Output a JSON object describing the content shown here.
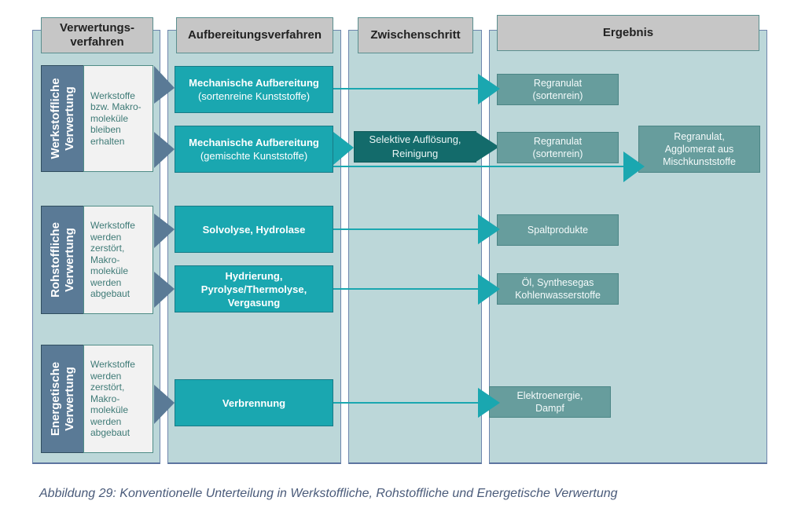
{
  "columns": {
    "verwertung": {
      "label_line1": "Verwertungs-",
      "label_line2": "verfahren"
    },
    "aufbereitung": {
      "label": "Aufbereitungsverfahren"
    },
    "zwischenschritt": {
      "label": "Zwischenschritt"
    },
    "ergebnis": {
      "label": "Ergebnis"
    }
  },
  "categories": [
    {
      "label_line1": "Werkstoffliche",
      "label_line2": "Verwertung",
      "description": [
        "Werkstoffe",
        "bzw. Makro-",
        "moleküle",
        "bleiben",
        "erhalten"
      ]
    },
    {
      "label_line1": "Rohstoffliche",
      "label_line2": "Verwertung",
      "description": [
        "Werkstoffe",
        "werden",
        "zerstört,",
        "Makro-",
        "moleküle",
        "werden",
        "abgebaut"
      ]
    },
    {
      "label_line1": "Energetische",
      "label_line2": "Verwertung",
      "description": [
        "Werkstoffe",
        "werden",
        "zerstört,",
        "Makro-",
        "moleküle",
        "werden",
        "abgebaut"
      ]
    }
  ],
  "processes": [
    {
      "line1": "Mechanische Aufbereitung",
      "line2": "(sortenreine Kunststoffe)"
    },
    {
      "line1": "Mechanische Aufbereitung",
      "line2": "(gemischte Kunststoffe)"
    },
    {
      "line1": "Solvolyse, Hydrolase",
      "line2": ""
    },
    {
      "line1": "Hydrierung,",
      "line2": "Pyrolyse/Thermolyse,",
      "line3": "Vergasung"
    },
    {
      "line1": "Verbrennung",
      "line2": ""
    }
  ],
  "intermediate": {
    "line1": "Selektive Auflösung,",
    "line2": "Reinigung"
  },
  "results": [
    {
      "line1": "Regranulat",
      "line2": "(sortenrein)"
    },
    {
      "line1": "Regranulat",
      "line2": "(sortenrein)"
    },
    {
      "line1": "Regranulat,",
      "line2": "Agglomerat aus",
      "line3": "Mischkunststoffe"
    },
    {
      "line1": "Spaltprodukte",
      "line2": ""
    },
    {
      "line1": "Öl, Synthesegas",
      "line2": "Kohlenwasserstoffe"
    },
    {
      "line1": "Elektroenergie,",
      "line2": "Dampf"
    }
  ],
  "caption": "Abbildung 29: Konventionelle Unterteilung in Werkstoffliche, Rohstoffliche und Energetische Verwertung",
  "colors": {
    "column_bg": "#bcd7d9",
    "header_bg": "#c6c6c6",
    "category_bg": "#5a7a96",
    "process_bg": "#1aa7b0",
    "intermediate_bg": "#136b6b",
    "result_bg": "#679d9d",
    "arrow_teal": "#1aa7b0",
    "arrow_slate": "#5a7a96"
  }
}
